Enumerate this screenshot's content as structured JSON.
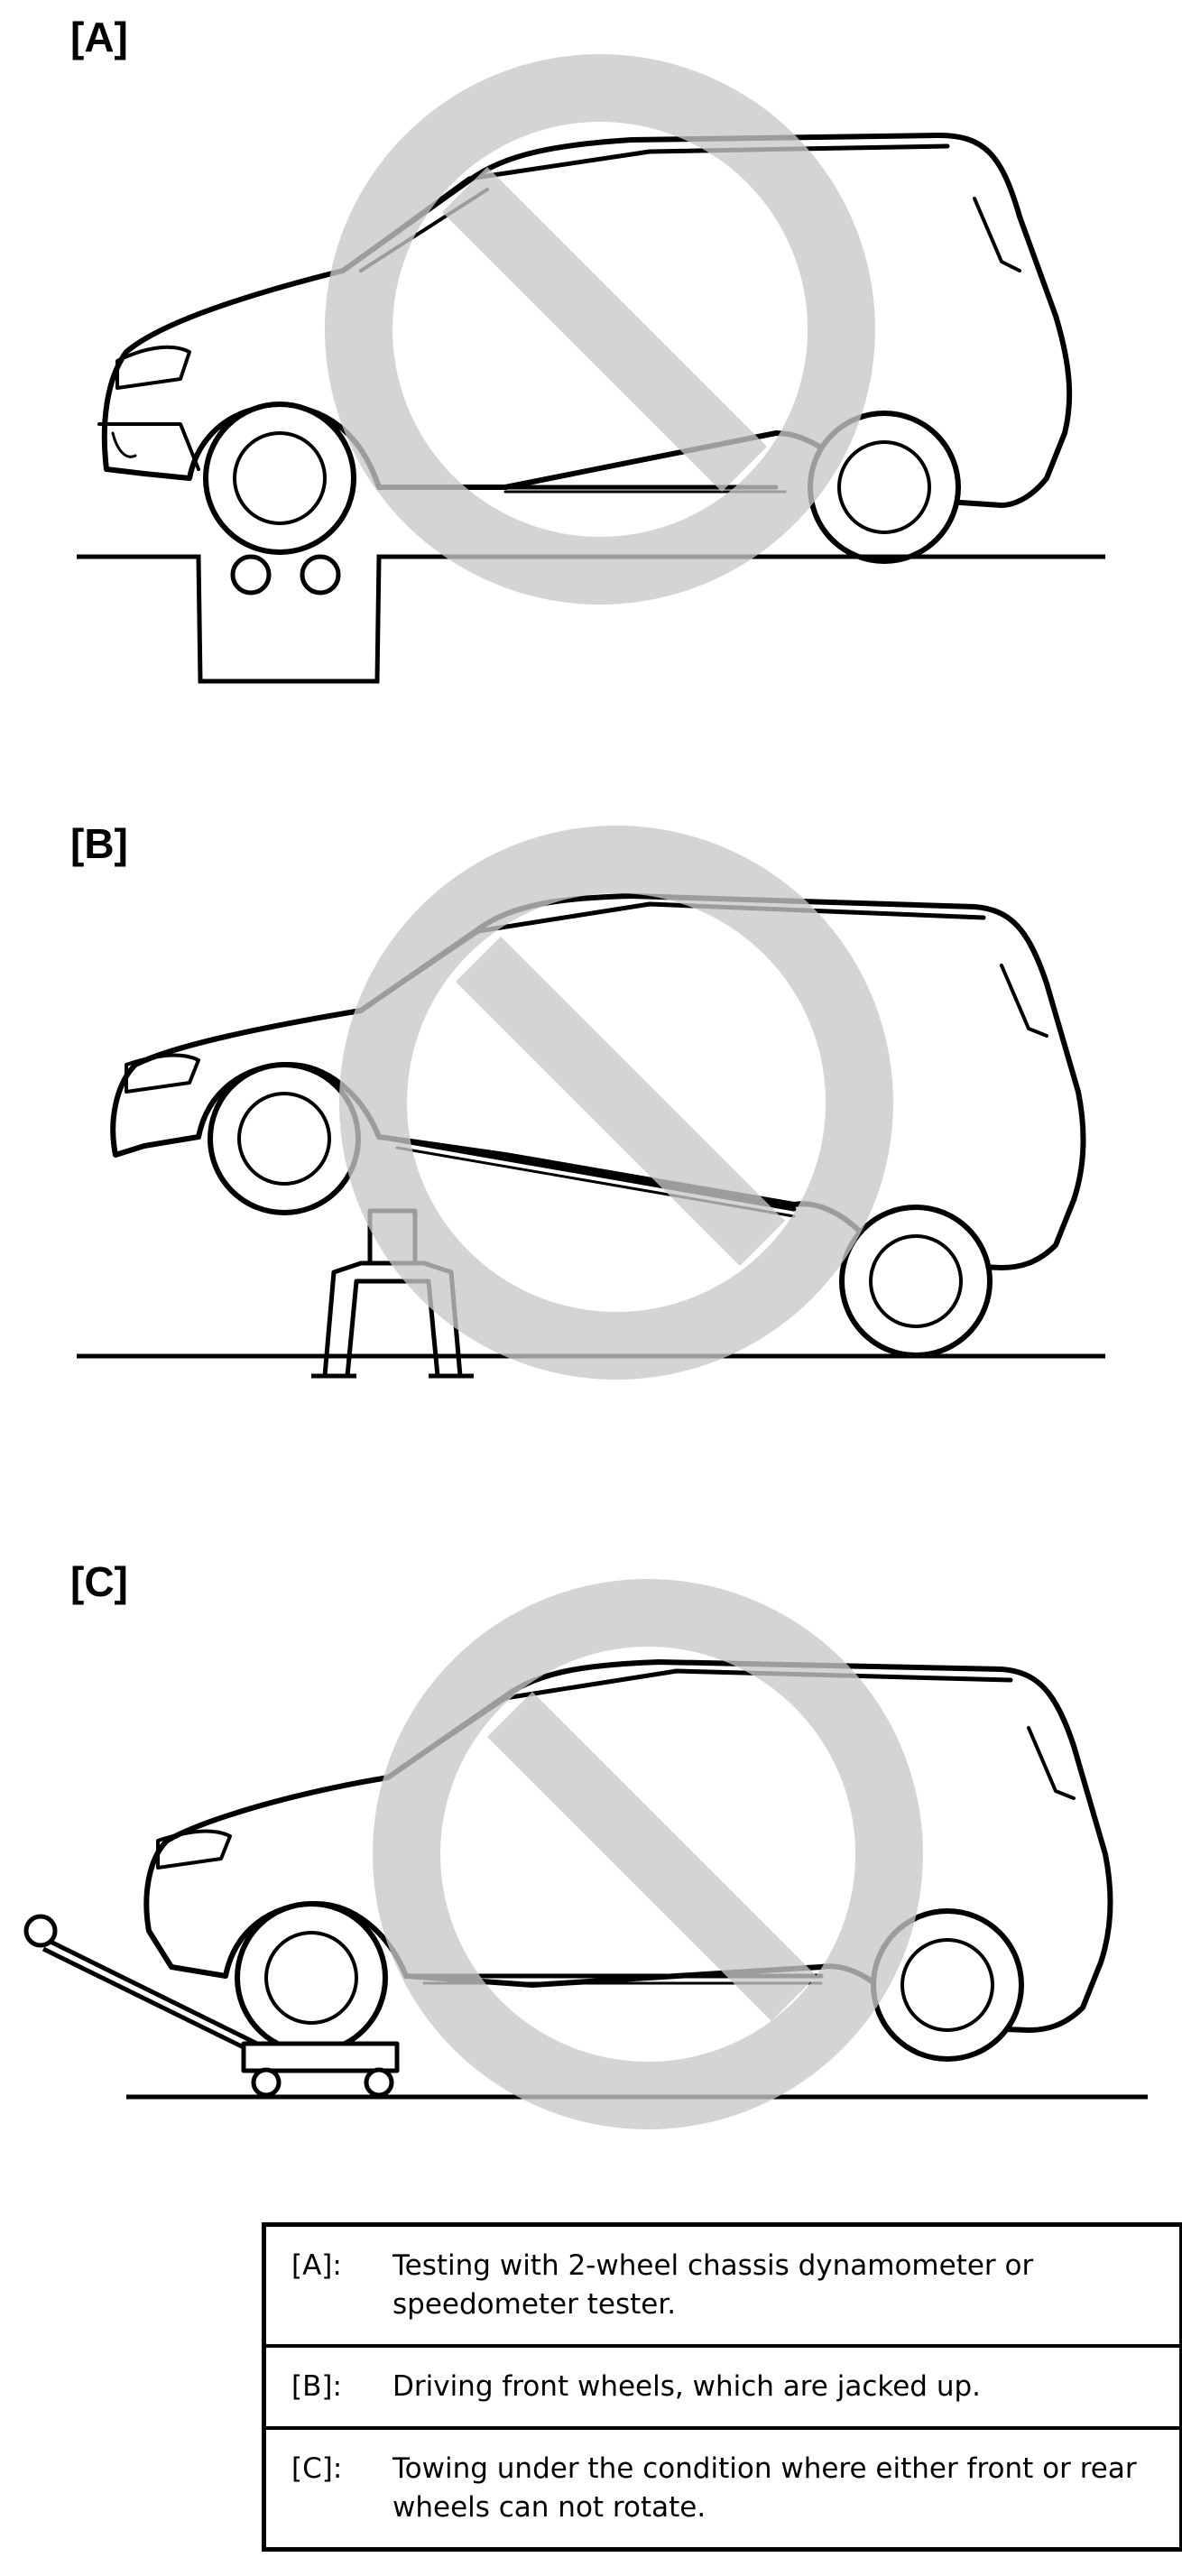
{
  "panels": [
    {
      "label": "[A]"
    },
    {
      "label": "[B]"
    },
    {
      "label": "[C]"
    }
  ],
  "legend": [
    {
      "key": "[A]:",
      "text": "Testing with 2-wheel chassis dynamometer or speedometer tester."
    },
    {
      "key": "[B]:",
      "text": "Driving front wheels, which are jacked up."
    },
    {
      "key": "[C]:",
      "text": "Towing under the condition where either front or rear wheels can not rotate."
    }
  ],
  "colors": {
    "prohibition": "#c8c8c8",
    "line": "#000000"
  },
  "icons": [
    "prohibition-sign-icon",
    "vehicle-icon",
    "chassis-dynamometer-icon",
    "jack-icon",
    "tow-dolly-icon"
  ]
}
